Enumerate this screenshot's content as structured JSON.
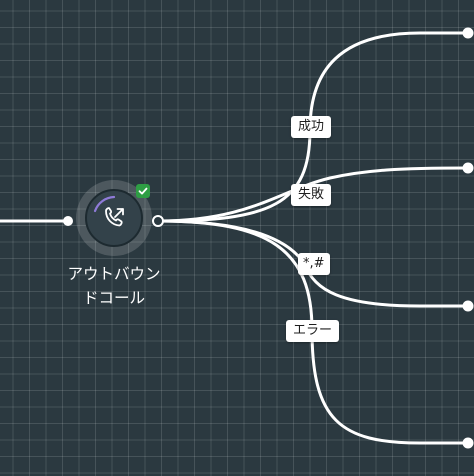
{
  "node": {
    "title_line1": "アウトバウン",
    "title_line2": "ドコール",
    "icon": "phone-outgoing-icon",
    "status_icon": "check-icon",
    "status_color": "#2e9e44"
  },
  "branches": [
    {
      "label": "成功"
    },
    {
      "label": "失敗"
    },
    {
      "label": "*,#"
    },
    {
      "label": "エラー"
    }
  ],
  "colors": {
    "canvas_bg": "#2b3940",
    "edge": "#ffffff",
    "icon_arc": "#8f7bd8"
  }
}
